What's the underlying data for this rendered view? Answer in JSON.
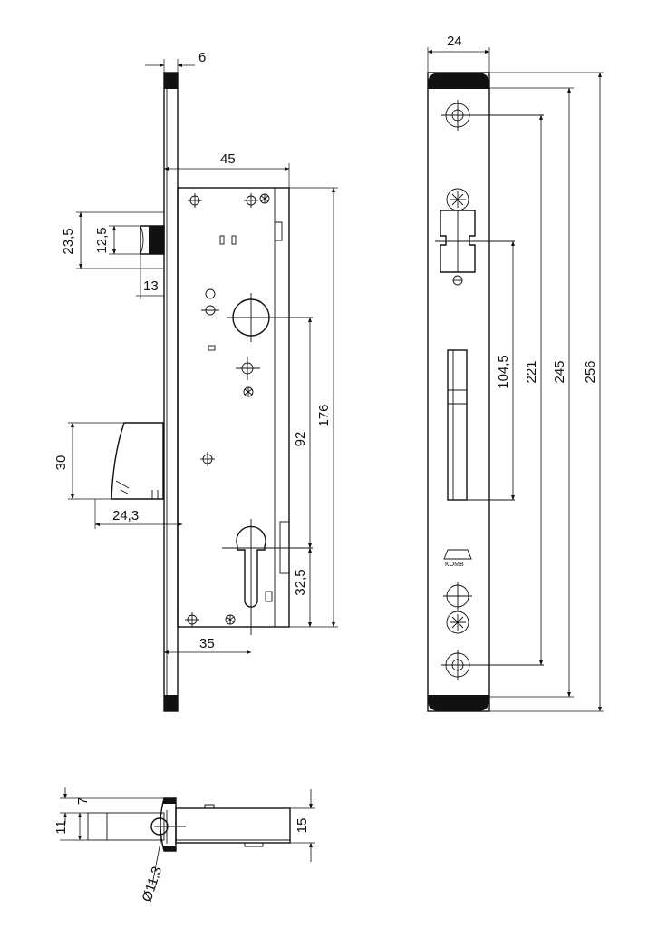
{
  "dimensions": {
    "faceplate_thickness": "6",
    "case_depth": "45",
    "latch_height": "23,5",
    "latch_inner": "12,5",
    "latch_projection": "13",
    "bolt_height": "30",
    "backset_handle": "24,3",
    "case_height": "176",
    "handle_to_cylinder": "92",
    "cylinder_to_bottom": "32,5",
    "backset": "35",
    "faceplate_width": "24",
    "dist_104": "104,5",
    "dist_221": "221",
    "dist_245": "245",
    "faceplate_length": "256",
    "side_7": "7",
    "side_11": "11",
    "side_15": "15",
    "side_diameter": "Ø11,3"
  },
  "logo_text": "KOMB"
}
